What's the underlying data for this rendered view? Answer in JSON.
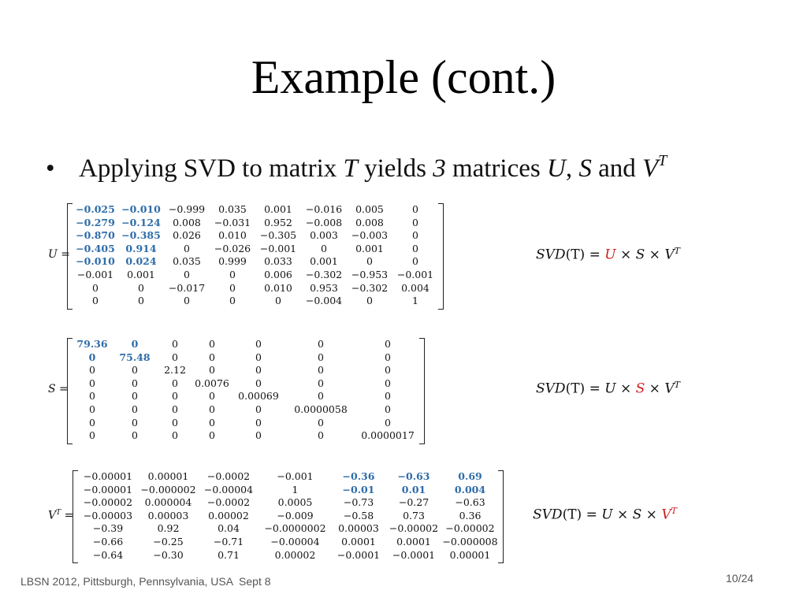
{
  "title": "Example (cont.)",
  "bullet": {
    "marker": "•",
    "text_1": "Applying SVD to matrix ",
    "var_T": "T",
    "text_2": " yields ",
    "num_3": "3",
    "text_3": " matrices ",
    "var_U": "U",
    "comma": ", ",
    "var_S": "S",
    "text_and": " and ",
    "var_V": "V",
    "sup_T": "T"
  },
  "matrices": {
    "U": {
      "label": "U =",
      "rows": [
        [
          "−0.025",
          "−0.010",
          "−0.999",
          "0.035",
          "0.001",
          "−0.016",
          "0.005",
          "0"
        ],
        [
          "−0.279",
          "−0.124",
          "0.008",
          "−0.031",
          "0.952",
          "−0.008",
          "0.008",
          "0"
        ],
        [
          "−0.870",
          "−0.385",
          "0.026",
          "0.010",
          "−0.305",
          "0.003",
          "−0.003",
          "0"
        ],
        [
          "−0.405",
          "0.914",
          "0",
          "−0.026",
          "−0.001",
          "0",
          "0.001",
          "0"
        ],
        [
          "−0.010",
          "0.024",
          "0.035",
          "0.999",
          "0.033",
          "0.001",
          "0",
          "0"
        ],
        [
          "−0.001",
          "0.001",
          "0",
          "0",
          "0.006",
          "−0.302",
          "−0.953",
          "−0.001"
        ],
        [
          "0",
          "0",
          "−0.017",
          "0",
          "0.010",
          "0.953",
          "−0.302",
          "0.004"
        ],
        [
          "0",
          "0",
          "0",
          "0",
          "0",
          "−0.004",
          "0",
          "1"
        ]
      ]
    },
    "S": {
      "label": "S =",
      "rows": [
        [
          "79.36",
          "0",
          "0",
          "0",
          "0",
          "0",
          "0"
        ],
        [
          "0",
          "75.48",
          "0",
          "0",
          "0",
          "0",
          "0"
        ],
        [
          "0",
          "0",
          "2.12",
          "0",
          "0",
          "0",
          "0"
        ],
        [
          "0",
          "0",
          "0",
          "0.0076",
          "0",
          "0",
          "0"
        ],
        [
          "0",
          "0",
          "0",
          "0",
          "0.00069",
          "0",
          "0"
        ],
        [
          "0",
          "0",
          "0",
          "0",
          "0",
          "0.0000058",
          "0"
        ],
        [
          "0",
          "0",
          "0",
          "0",
          "0",
          "0",
          "0"
        ],
        [
          "0",
          "0",
          "0",
          "0",
          "0",
          "0",
          "0.0000017"
        ]
      ]
    },
    "VT": {
      "label": "V",
      "label_sup": "T",
      "label_eq": " =",
      "rows": [
        [
          "−0.00001",
          "0.00001",
          "−0.0002",
          "−0.001",
          "−0.36",
          "−0.63",
          "0.69"
        ],
        [
          "−0.00001",
          "−0.000002",
          "−0.00004",
          "1",
          "−0.01",
          "0.01",
          "0.004"
        ],
        [
          "−0.00002",
          "0.000004",
          "−0.0002",
          "0.0005",
          "−0.73",
          "−0.27",
          "−0.63"
        ],
        [
          "−0.00003",
          "0.00003",
          "0.00002",
          "−0.009",
          "−0.58",
          "0.73",
          "0.36"
        ],
        [
          "−0.39",
          "0.92",
          "0.04",
          "−0.0000002",
          "0.00003",
          "−0.00002",
          "−0.00002"
        ],
        [
          "−0.66",
          "−0.25",
          "−0.71",
          "−0.00004",
          "0.0001",
          "0.0001",
          "−0.000008"
        ],
        [
          "−0.64",
          "−0.30",
          "0.71",
          "0.00002",
          "−0.0001",
          "−0.0001",
          "0.00001"
        ]
      ]
    }
  },
  "formula": {
    "lhs": "SVD",
    "paren": "(T) = ",
    "U": "U",
    "times": " × ",
    "S": "S",
    "V": "V",
    "sup": "T"
  },
  "footer": "LBSN 2012, Pittsburgh, Pennsylvania, USA  Sept 8",
  "page_number": "10/24",
  "colors": {
    "highlight": "#2e6ca8",
    "emphasis_red": "#d01c1c"
  }
}
